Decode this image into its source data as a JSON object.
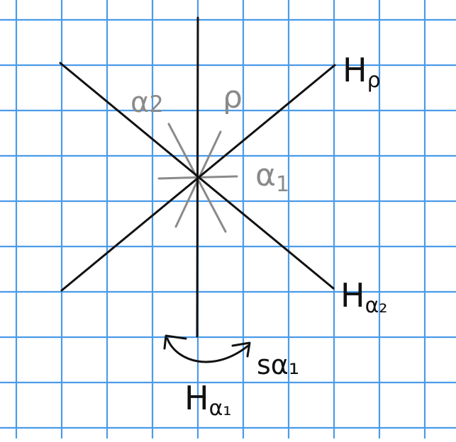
{
  "colors": {
    "background": "#ffffff",
    "grid": "#4a9be8",
    "hyperplane": "#111111",
    "roots": "#8a8a8a",
    "root_labels": "#8a8a8a",
    "annotation": "#111111"
  },
  "hyperplanes": {
    "h_rho": {
      "base": "H",
      "subscript": "ρ"
    },
    "h_alpha2": {
      "base": "H",
      "subscript": "α₂"
    },
    "h_alpha1": {
      "base": "H",
      "subscript": "α₁"
    }
  },
  "roots": {
    "alpha1": {
      "base": "α",
      "subscript": "1"
    },
    "alpha2": {
      "base": "α",
      "subscript": "2"
    },
    "rho": "ρ"
  },
  "reflection": {
    "label": "sα₁"
  }
}
